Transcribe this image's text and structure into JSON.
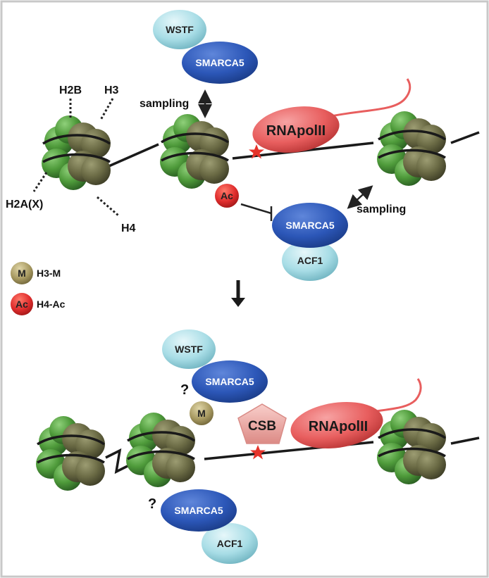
{
  "colors": {
    "frame": "#c8c8c8",
    "nucleosome_green": "#4e9a3a",
    "nucleosome_olive": "#6b6b45",
    "smarca5": "#2c57b8",
    "wstf_acf1": "#a8dde6",
    "rnapol": "#e85e5e",
    "ac": "#e02d2d",
    "m": "#a89a62",
    "csb": "#f0a8a4",
    "star": "#e5332a"
  },
  "icons": [
    "nucleosome-icon",
    "star-icon",
    "pentagon-icon",
    "arrow-icon"
  ],
  "histone_labels": {
    "h2b": "H2B",
    "h3": "H3",
    "h2ax": "H2A(X)",
    "h4": "H4"
  },
  "legend": {
    "m_symbol": "M",
    "m_label": "H3-M",
    "ac_symbol": "Ac",
    "ac_label": "H4-Ac"
  },
  "top": {
    "wstf": "WSTF",
    "smarca5_upper": "SMARCA5",
    "sampling_upper": "sampling",
    "rnapol": "RNApolII",
    "ac": "Ac",
    "smarca5_lower": "SMARCA5",
    "acf1": "ACF1",
    "sampling_lower": "sampling"
  },
  "bottom": {
    "wstf": "WSTF",
    "smarca5_upper": "SMARCA5",
    "question_upper": "?",
    "m": "M",
    "csb": "CSB",
    "rnapol": "RNApolII",
    "question_lower": "?",
    "smarca5_lower": "SMARCA5",
    "acf1": "ACF1"
  }
}
